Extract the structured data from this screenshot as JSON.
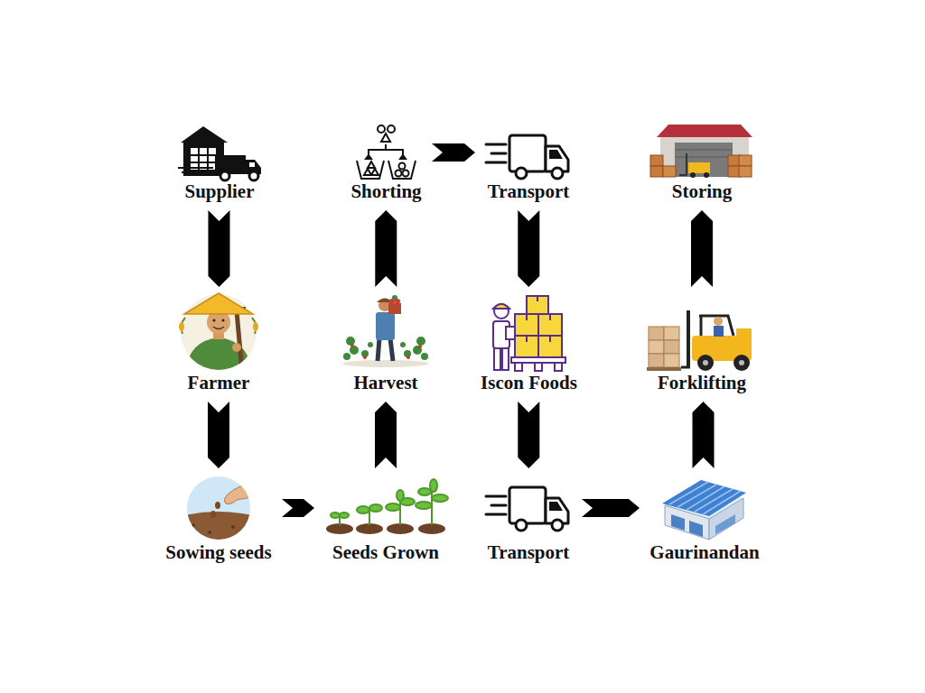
{
  "diagram": {
    "nodes": [
      {
        "text": [
          "Supplier"
        ]
      },
      {
        "text": [
          "Shorting"
        ]
      },
      {
        "text": [
          "Transport"
        ]
      },
      {
        "text": [
          "Storing"
        ]
      },
      {
        "text": [
          "Farmer"
        ]
      },
      {
        "text": [
          "Harvest"
        ]
      },
      {
        "text": [
          "Iscon Foods"
        ]
      },
      {
        "text": [
          "Forklifting"
        ]
      },
      {
        "text": [
          "Sowing seeds"
        ]
      },
      {
        "text": [
          "Seeds Grown"
        ]
      },
      {
        "text": [
          "Transport"
        ]
      },
      {
        "text": [
          "Gaurinandan"
        ]
      }
    ],
    "edges": [
      {
        "from": 0,
        "to": 4,
        "arrow": "to"
      },
      {
        "from": 4,
        "to": 8,
        "arrow": "to"
      },
      {
        "from": 8,
        "to": 9,
        "arrow": "to"
      },
      {
        "from": 9,
        "to": 5,
        "arrow": "to"
      },
      {
        "from": 5,
        "to": 1,
        "arrow": "to"
      },
      {
        "from": 1,
        "to": 2,
        "arrow": "to"
      },
      {
        "from": 2,
        "to": 6,
        "arrow": "to"
      },
      {
        "from": 6,
        "to": 10,
        "arrow": "to"
      },
      {
        "from": 10,
        "to": 11,
        "arrow": "to"
      },
      {
        "from": 11,
        "to": 7,
        "arrow": "to"
      },
      {
        "from": 7,
        "to": 3,
        "arrow": "to"
      }
    ]
  }
}
